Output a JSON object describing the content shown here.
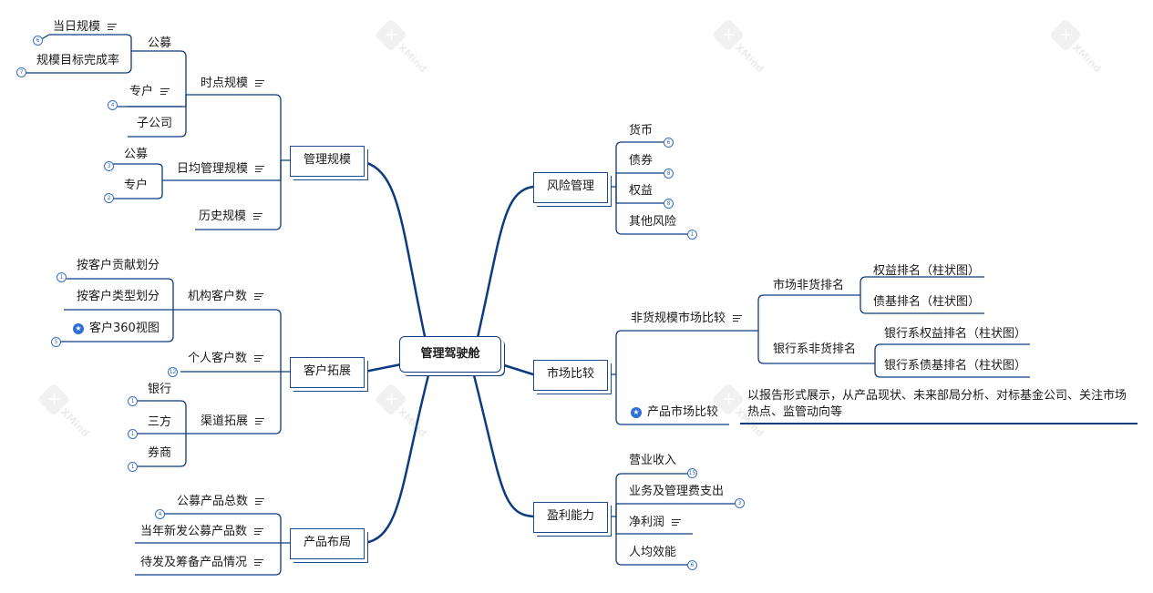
{
  "root": {
    "label": "管理驾驶舱"
  },
  "branches": {
    "scale": {
      "label": "管理规模",
      "point": {
        "label": "时点规模",
        "public": {
          "label": "公募",
          "items": [
            {
              "label": "当日规模",
              "badge": "6"
            },
            {
              "label": "规模目标完成率",
              "badge": "7"
            }
          ]
        },
        "special": {
          "label": "专户",
          "badge": "4"
        },
        "sub": {
          "label": "子公司"
        }
      },
      "daily": {
        "label": "日均管理规模",
        "public": {
          "label": "公募",
          "badge": "3"
        },
        "special": {
          "label": "专户",
          "badge": "2"
        }
      },
      "history": {
        "label": "历史规模"
      }
    },
    "customer": {
      "label": "客户拓展",
      "institution": {
        "label": "机构客户数",
        "items": [
          {
            "label": "按客户贡献划分",
            "badge": "1"
          },
          {
            "label": "按客户类型划分",
            "badge": ""
          },
          {
            "label": "客户360视图",
            "badge": "5"
          }
        ]
      },
      "individual": {
        "label": "个人客户数",
        "badge": "12"
      },
      "channel": {
        "label": "渠道拓展",
        "items": [
          {
            "label": "银行",
            "badge": "1"
          },
          {
            "label": "三方",
            "badge": "1"
          },
          {
            "label": "券商",
            "badge": "1"
          }
        ]
      }
    },
    "product": {
      "label": "产品布局",
      "items": [
        {
          "label": "公募产品总数",
          "badge": "4"
        },
        {
          "label": "当年新发公募产品数",
          "badge": ""
        },
        {
          "label": "待发及筹备产品情况",
          "badge": ""
        }
      ]
    },
    "risk": {
      "label": "风险管理",
      "items": [
        {
          "label": "货币",
          "badge": "6"
        },
        {
          "label": "债券",
          "badge": "8"
        },
        {
          "label": "权益",
          "badge": "8"
        },
        {
          "label": "其他风险",
          "badge": "1"
        }
      ]
    },
    "market": {
      "label": "市场比较",
      "nonmoney": {
        "label": "非货规模市场比较",
        "market_rank": {
          "label": "市场非货排名",
          "items": [
            "权益排名（柱状图）",
            "债基排名（柱状图）"
          ]
        },
        "bank_rank": {
          "label": "银行系非货排名",
          "items": [
            "银行系权益排名（柱状图）",
            "银行系债基排名（柱状图）"
          ]
        }
      },
      "product_compare": {
        "label": "产品市场比较",
        "desc_line1": "以报告形式展示，从产品现状、未来部局分析、对标基金公司、关注市场",
        "desc_line2": "热点、监管动向等"
      }
    },
    "profit": {
      "label": "盈利能力",
      "items": [
        {
          "label": "营业收入",
          "badge": "15"
        },
        {
          "label": "业务及管理费支出",
          "badge": "3"
        },
        {
          "label": "净利润",
          "badge": ""
        },
        {
          "label": "人均效能",
          "badge": "6"
        }
      ]
    }
  },
  "watermark": {
    "brand": "XMind"
  },
  "colors": {
    "line": "#0d3b80",
    "badge": "#3a6fc4",
    "star": "#2f6fd6"
  }
}
